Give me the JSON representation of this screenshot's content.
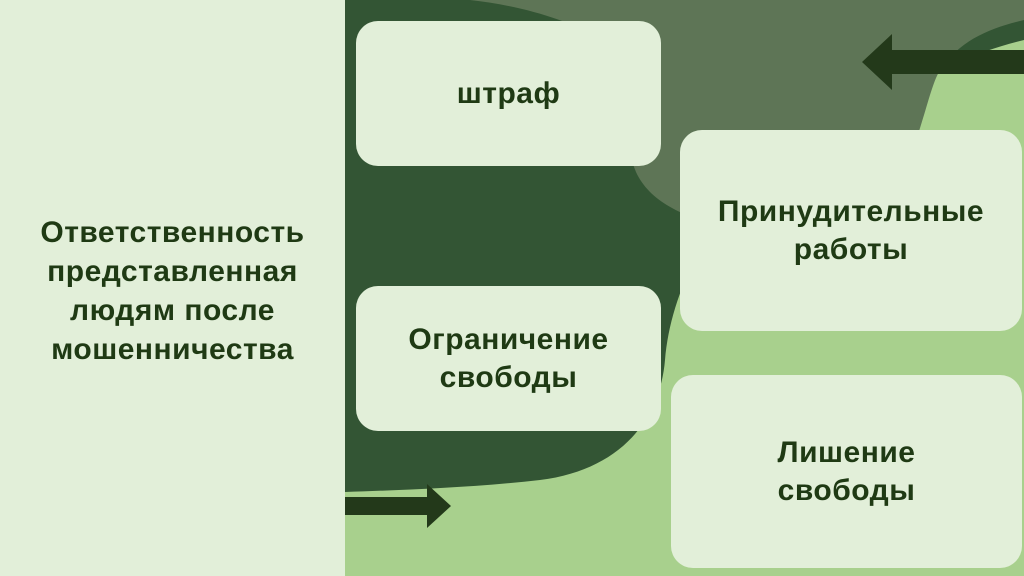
{
  "title": "Ответственность представленная людям после мошенничества",
  "cards": [
    {
      "label": "штраф"
    },
    {
      "label": "Ограничение свободы"
    },
    {
      "label": "Принудительные работы"
    },
    {
      "label": "Лишение свободы"
    }
  ],
  "colors": {
    "panel_light": "#E2EFD9",
    "green_light": "#A8D08D",
    "green_dark": "#335534",
    "green_mid": "#5E7556",
    "text_dark": "#1F3A14",
    "arrow": "#23391A"
  }
}
